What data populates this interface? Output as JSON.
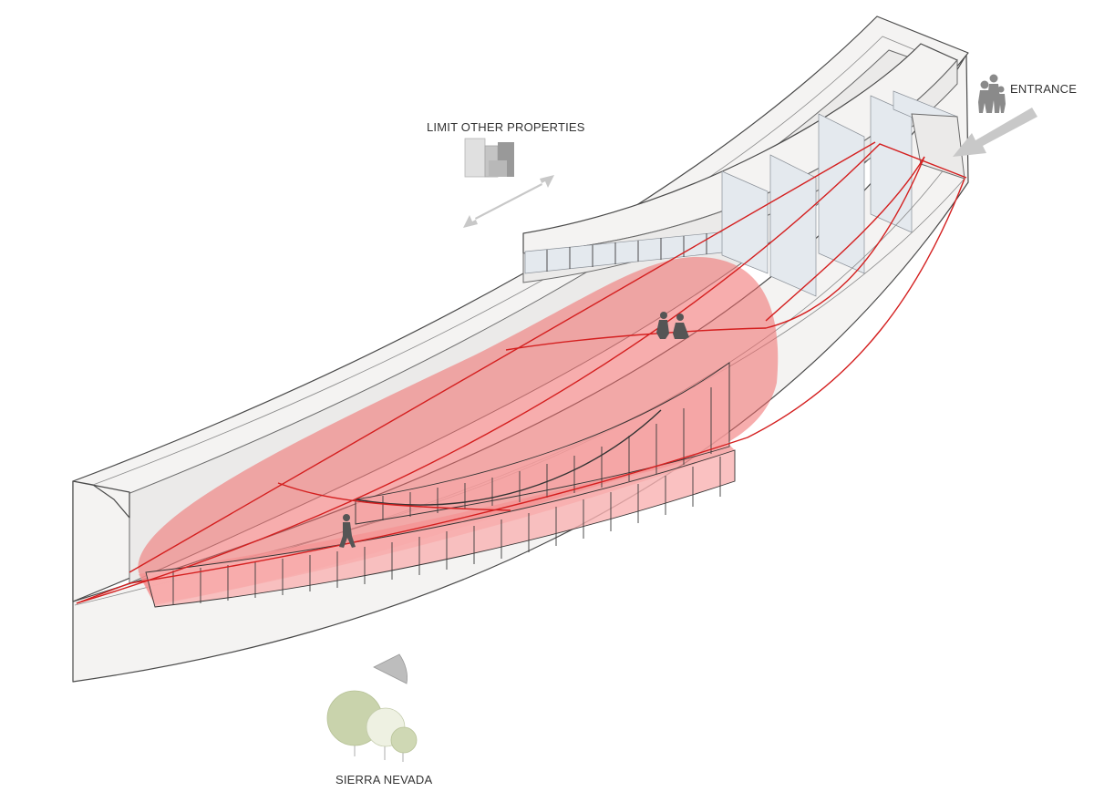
{
  "labels": {
    "entrance": "ENTRANCE",
    "limit_other_properties": "LIMIT OTHER PROPERTIES",
    "sierra_nevada": "SIERRA NEVADA"
  },
  "colors": {
    "play_zone_fill": "#f06a6a",
    "zone_outline": "#d41f1f",
    "wall_fill": "#f4f3f2",
    "arrow_gray": "#c8c8c8",
    "tree_green": "#c9d3ac"
  },
  "icons": [
    "people-group-icon",
    "buildings-icon",
    "double-arrow-icon",
    "entrance-arrow-icon",
    "view-cone-icon",
    "trees-icon",
    "child-figure-icon"
  ]
}
